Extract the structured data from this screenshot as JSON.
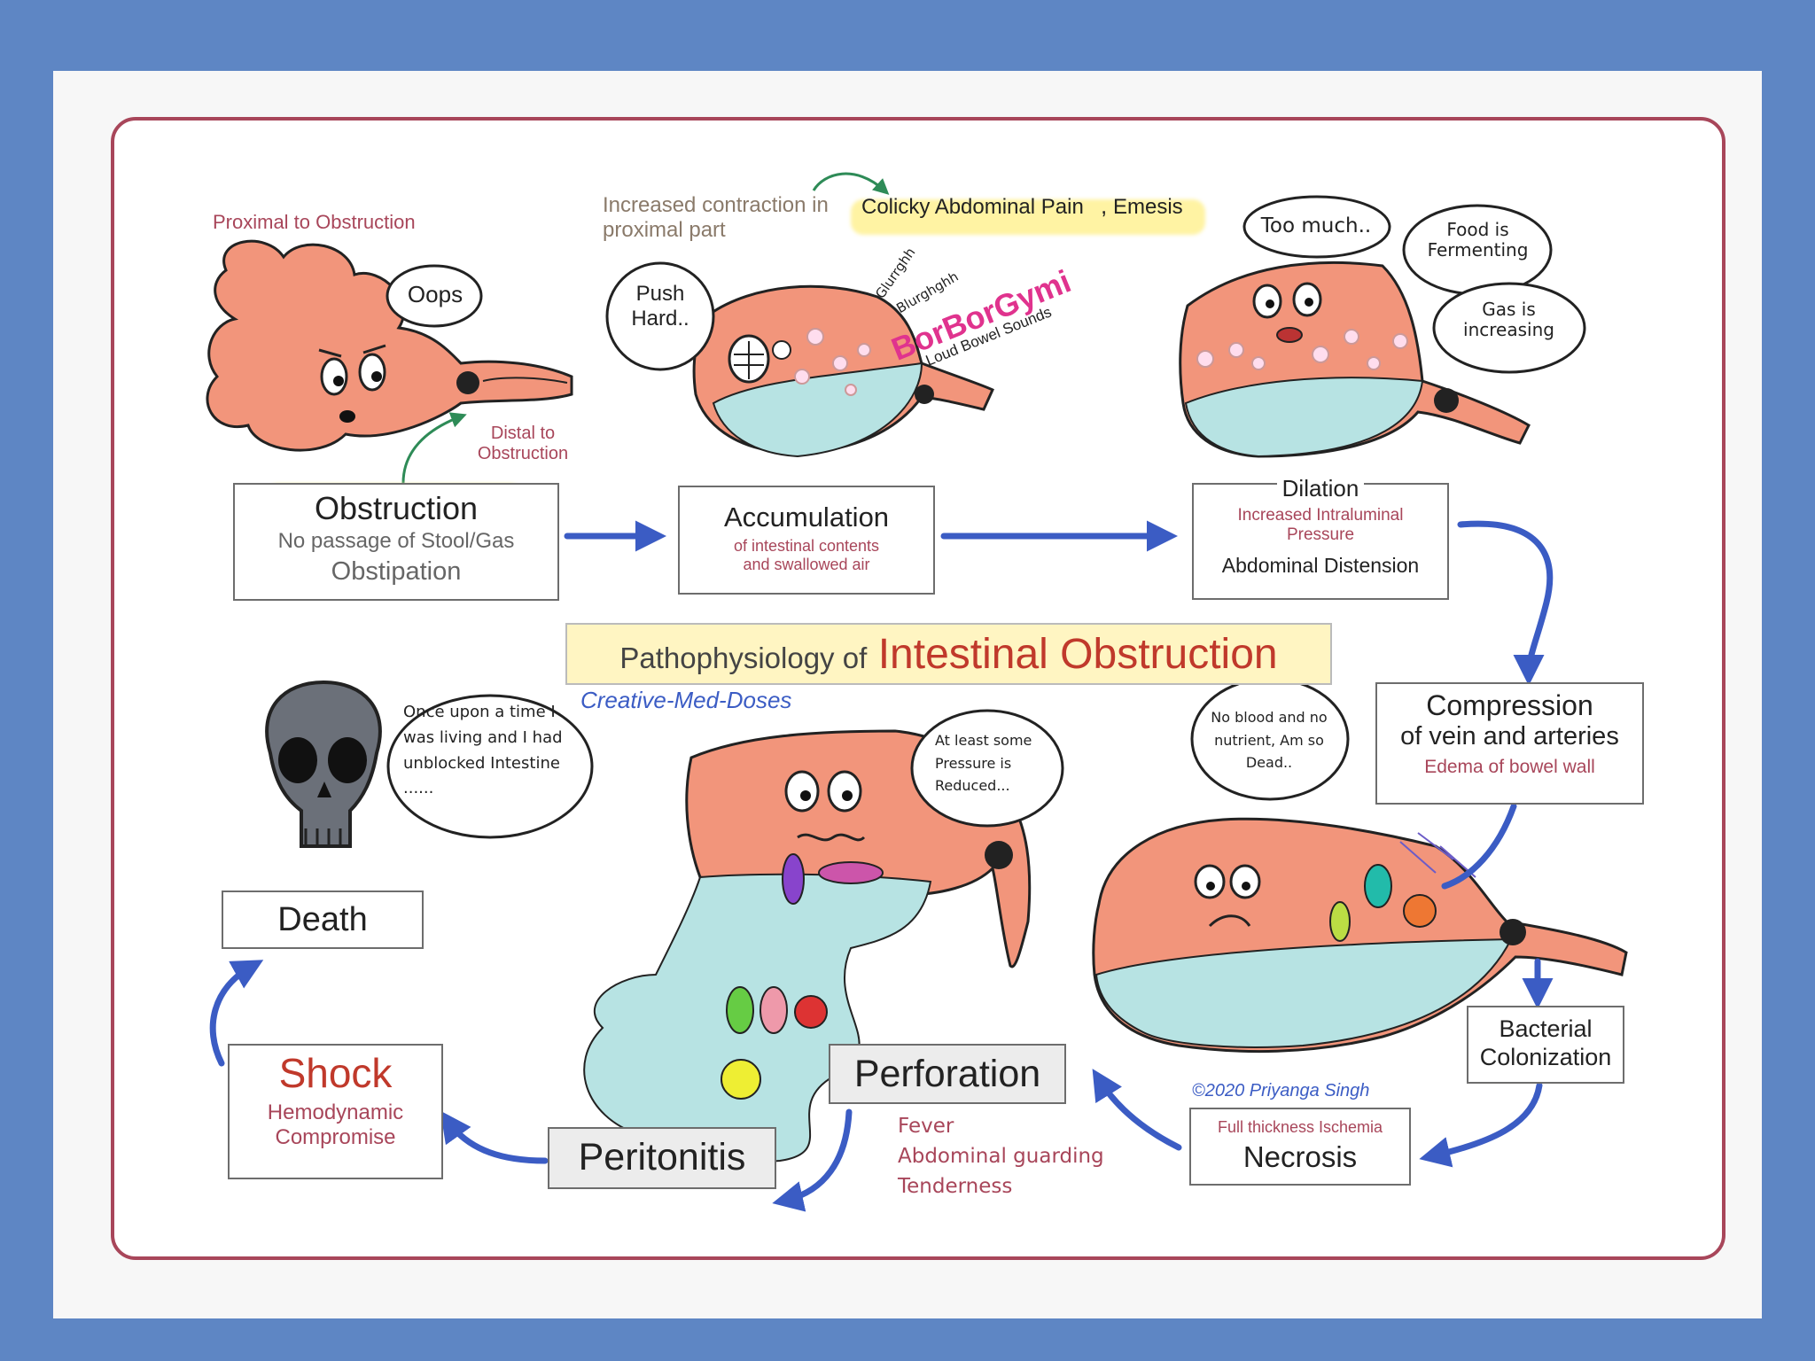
{
  "proximal_label": "Proximal to Obstruction",
  "distal_label": "Distal to Obstruction",
  "speech_oops": "Oops",
  "increased_contraction": "Increased contraction in proximal part",
  "colicky": "Colicky Abdominal Pain",
  "comma": ",",
  "emesis": "Emesis",
  "push_hard": "Push Hard..",
  "glurrghhh": "Glurrghh",
  "blurghghh": "Blurghghh",
  "borborgymi": "BorBorGymi",
  "loud_bowel": "Loud Bowel Sounds",
  "too_much": "Too much..",
  "food_fermenting": "Food is Fermenting",
  "gas_increasing": "Gas is increasing",
  "obstruction": {
    "title": "Obstruction",
    "line1": "No passage of Stool/Gas",
    "line2": "Obstipation"
  },
  "accumulation": {
    "title": "Accumulation",
    "line1": "of intestinal contents",
    "line2": "and swallowed air"
  },
  "dilation": {
    "title": "Dilation",
    "line1": "Increased Intraluminal",
    "line2": "Pressure",
    "line3": "Abdominal Distension"
  },
  "main_title": {
    "prefix": "Pathophysiology of",
    "emph": "Intestinal Obstruction"
  },
  "creative_med": "Creative-Med-Doses",
  "compression": {
    "title": "Compression",
    "line1": "of vein and arteries",
    "line2": "Edema of bowel wall"
  },
  "speech_death": "Once upon a time I was living and I had unblocked Intestine ......",
  "death": "Death",
  "shock": {
    "title": "Shock",
    "line1": "Hemodynamic",
    "line2": "Compromise"
  },
  "speech_pressure": "At least some Pressure is Reduced...",
  "speech_noblood": "No blood and no nutrient, Am so Dead..",
  "perforation": "Perforation",
  "peritonitis": "Peritonitis",
  "perf_signs": [
    "Fever",
    "Abdominal guarding",
    "Tenderness"
  ],
  "copyright": "©2020 Priyanga Singh",
  "necrosis": {
    "sub": "Full thickness Ischemia",
    "title": "Necrosis"
  },
  "bacterial": "Bacterial Colonization",
  "colors": {
    "background": "#5e86c4",
    "frame": "#a8465a",
    "arrow": "#3b5cc4",
    "bowel": "#f2957b",
    "fluid": "#b7e3e3",
    "highlight": "#fff3a3",
    "title_red": "#c0392b",
    "subtext_red": "#a8465a"
  }
}
